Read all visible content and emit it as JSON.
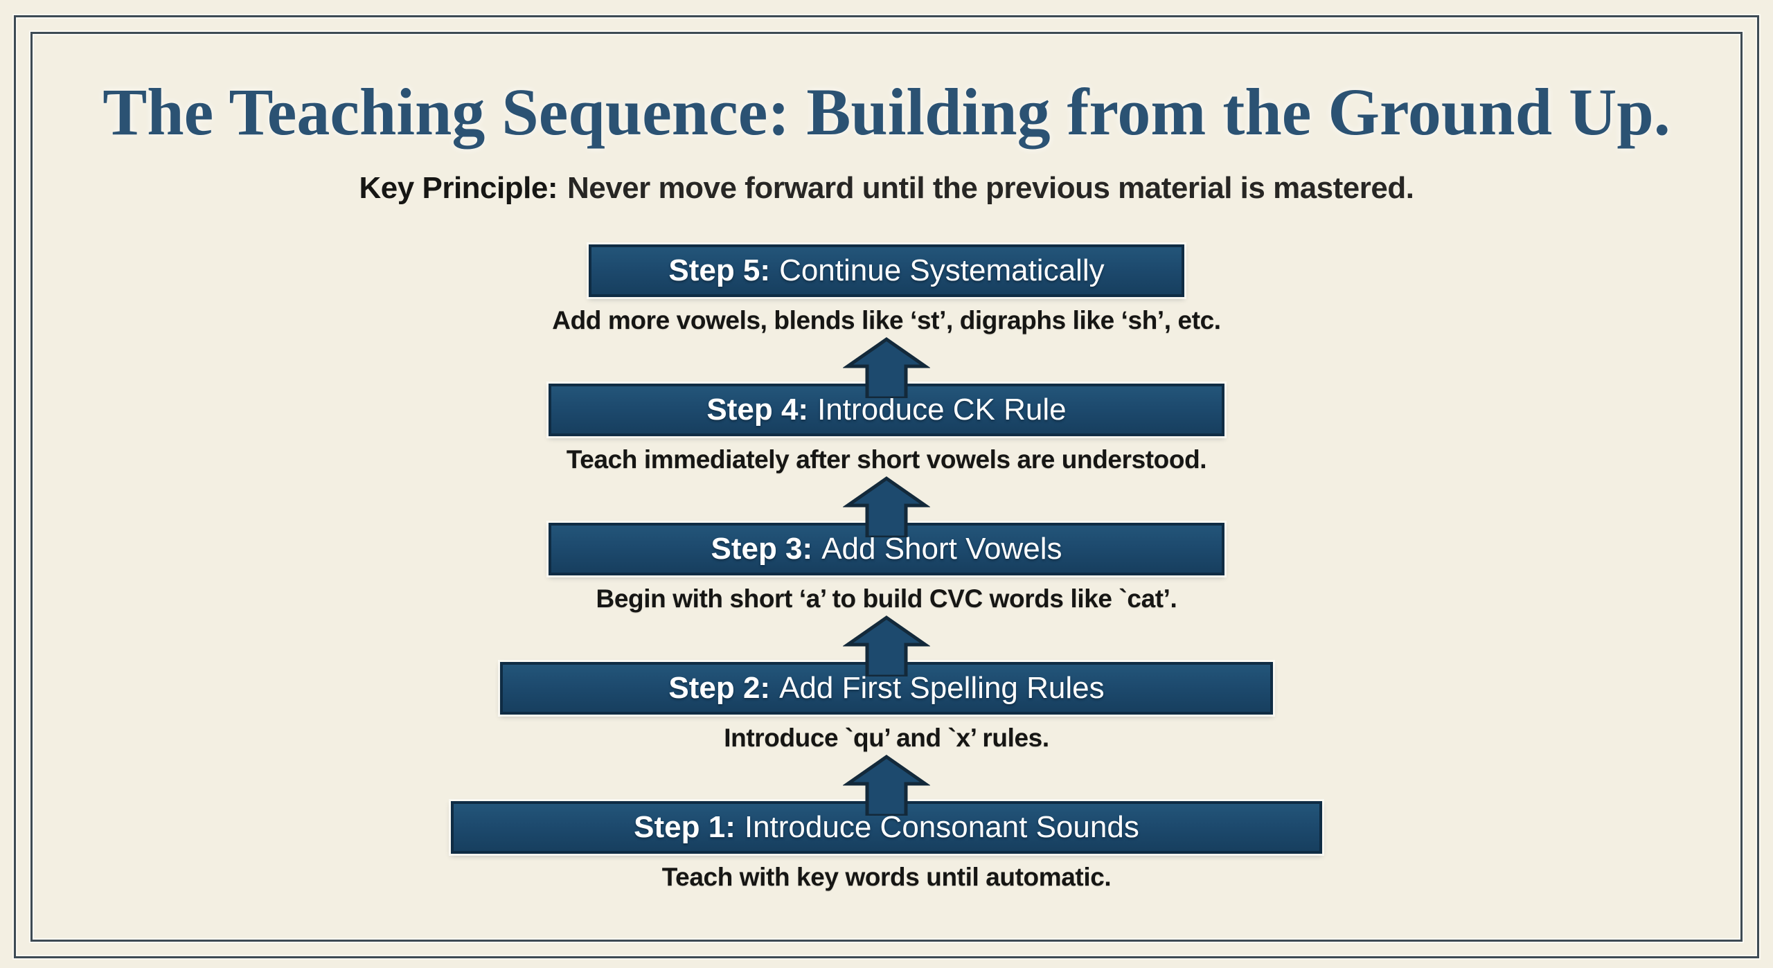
{
  "header": {
    "title": "The Teaching Sequence: Building from the Ground Up.",
    "key_principle_label": "Key Principle:",
    "key_principle_text": "Never move forward until the previous material is mastered."
  },
  "steps": [
    {
      "label": "Step 5:",
      "title": "Continue Systematically",
      "caption": "Add more vowels, blends like ‘st’, digraphs like ‘sh’, etc."
    },
    {
      "label": "Step 4:",
      "title": "Introduce CK Rule",
      "caption": "Teach immediately after short vowels are understood."
    },
    {
      "label": "Step 3:",
      "title": "Add Short Vowels",
      "caption": "Begin with short ‘a’ to build CVC words like `cat’."
    },
    {
      "label": "Step 2:",
      "title": "Add First Spelling Rules",
      "caption": "Introduce `qu’ and `x’ rules."
    },
    {
      "label": "Step 1:",
      "title": "Introduce Consonant Sounds",
      "caption": "Teach with key words until automatic."
    }
  ],
  "icons": {
    "up_arrow": "upward block arrow connector"
  },
  "colors": {
    "page_bg": "#f3efe2",
    "frame_line": "#3d4a54",
    "title_color": "#2b5273",
    "text_dark": "#161614",
    "bar_fill": "#1d4a6e",
    "bar_border": "#0f2c44",
    "bar_text": "#ffffff",
    "arrow_fill": "#1d4a6e",
    "arrow_outline": "#13293a"
  }
}
